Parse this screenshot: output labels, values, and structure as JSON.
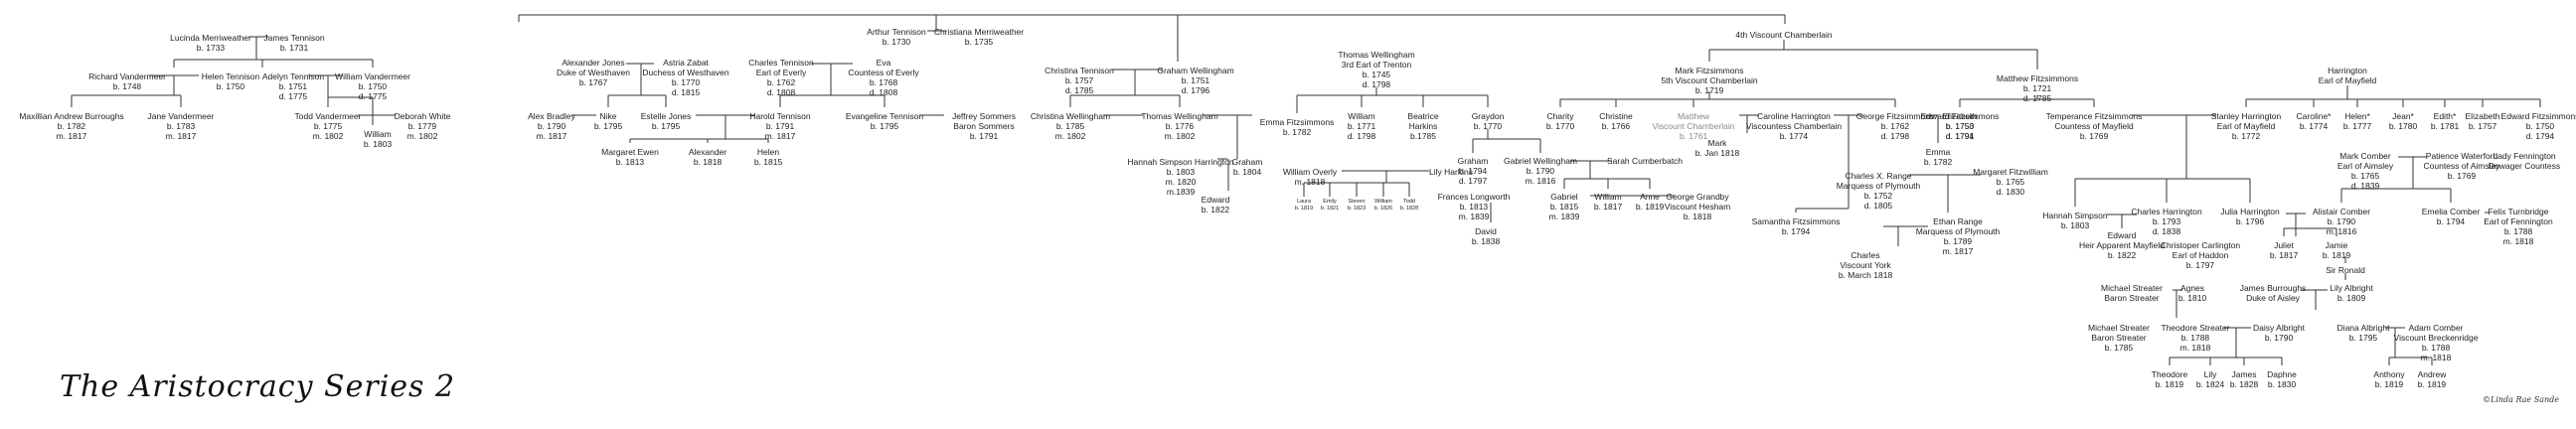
{
  "series_title": "The Aristocracy Series 2",
  "signature": "©Linda Rae Sande",
  "people": [
    {
      "id": "arthur",
      "lines": [
        "Arthur Tennison",
        "b. 1730"
      ]
    },
    {
      "id": "christiana",
      "lines": [
        "Christiana Merriweather",
        "b. 1735"
      ]
    },
    {
      "id": "lucinda",
      "lines": [
        "Lucinda Merriweather",
        "b. 1733"
      ]
    },
    {
      "id": "james_t",
      "lines": [
        "James Tennison",
        "b. 1731"
      ]
    },
    {
      "id": "richard_v",
      "lines": [
        "Richard Vandermeer",
        "b. 1748"
      ]
    },
    {
      "id": "helen_t",
      "lines": [
        "Helen Tennison",
        "b. 1750"
      ]
    },
    {
      "id": "adelyn_t",
      "lines": [
        "Adelyn Tennison",
        "b. 1751",
        "d. 1775"
      ]
    },
    {
      "id": "william_v",
      "lines": [
        "William Vandermeer",
        "b. 1750",
        "d. 1775"
      ]
    },
    {
      "id": "maxillian",
      "lines": [
        "Maxillian Andrew Burroughs",
        "b. 1782",
        "m. 1817"
      ]
    },
    {
      "id": "jane_v",
      "lines": [
        "Jane Vandermeer",
        "b. 1783",
        "m. 1817"
      ]
    },
    {
      "id": "todd_v",
      "lines": [
        "Todd Vandermeer",
        "b. 1775",
        "m. 1802"
      ]
    },
    {
      "id": "deborah_w",
      "lines": [
        "Deborah White",
        "b. 1779",
        "m. 1802"
      ]
    },
    {
      "id": "william_b1803",
      "lines": [
        "William",
        "b. 1803"
      ]
    },
    {
      "id": "alexander_j",
      "lines": [
        "Alexander Jones",
        "Duke of Westhaven",
        "b. 1767"
      ]
    },
    {
      "id": "astria_z",
      "lines": [
        "Astria Zabat",
        "Duchess of Westhaven",
        "b. 1770",
        "d. 1815"
      ]
    },
    {
      "id": "charles_t",
      "lines": [
        "Charles Tennison",
        "Earl of Everly",
        "b. 1762",
        "d. 1808"
      ]
    },
    {
      "id": "eva",
      "lines": [
        "Eva",
        "Countess of Everly",
        "b. 1768",
        "d. 1808"
      ]
    },
    {
      "id": "alex_bradley",
      "lines": [
        "Alex Bradley",
        "b. 1790",
        "m. 1817"
      ]
    },
    {
      "id": "nike",
      "lines": [
        "Nike",
        "b. 1795"
      ]
    },
    {
      "id": "estelle_j",
      "lines": [
        "Estelle Jones",
        "b. 1795"
      ]
    },
    {
      "id": "harold_t",
      "lines": [
        "Harold Tennison",
        "b. 1791",
        "m. 1817"
      ]
    },
    {
      "id": "evangeline_t",
      "lines": [
        "Evangeline Tennison",
        "b. 1795"
      ]
    },
    {
      "id": "jeffrey_s",
      "lines": [
        "Jeffrey Sommers",
        "Baron Sommers",
        "b. 1791"
      ]
    },
    {
      "id": "margaret_ewen",
      "lines": [
        "Margaret Ewen",
        "b. 1813"
      ]
    },
    {
      "id": "alexander_b1818",
      "lines": [
        "Alexander",
        "b. 1818"
      ]
    },
    {
      "id": "helen_b1815",
      "lines": [
        "Helen",
        "b. 1815"
      ]
    },
    {
      "id": "christina_t",
      "lines": [
        "Christina Tennison",
        "b. 1757",
        "d. 1785"
      ]
    },
    {
      "id": "graham_w",
      "lines": [
        "Graham Wellingham",
        "b. 1751",
        "d. 1796"
      ]
    },
    {
      "id": "thomas_w_earl",
      "lines": [
        "Thomas Wellingham",
        "3rd Earl of Trenton",
        "b. 1745",
        "d. 1798"
      ]
    },
    {
      "id": "christina_w",
      "lines": [
        "Christina Wellingham",
        "b. 1785",
        "m. 1802"
      ]
    },
    {
      "id": "thomas_w1776",
      "lines": [
        "Thomas Wellingham",
        "b. 1776",
        "m. 1802"
      ]
    },
    {
      "id": "emma_f",
      "lines": [
        "Emma Fitzsimmons",
        "b. 1782"
      ]
    },
    {
      "id": "hannah_sh",
      "lines": [
        "Hannah Simpson Harrington",
        "b. 1803",
        "m. 1820",
        "m.1839"
      ]
    },
    {
      "id": "graham_b1804",
      "lines": [
        "Graham",
        "b. 1804"
      ]
    },
    {
      "id": "edward_b1822",
      "lines": [
        "Edward",
        "b. 1822"
      ]
    },
    {
      "id": "william_overly",
      "lines": [
        "William Overly",
        "m. 1818"
      ]
    },
    {
      "id": "lily_harkins",
      "lines": [
        "Lily Harkins"
      ]
    },
    {
      "id": "laura",
      "lines": [
        "Laura",
        "b. 1819"
      ],
      "tiny": true
    },
    {
      "id": "emily",
      "lines": [
        "Emily",
        "b. 1821"
      ],
      "tiny": true
    },
    {
      "id": "steven",
      "lines": [
        "Steven",
        "b. 1823"
      ],
      "tiny": true
    },
    {
      "id": "william_1826",
      "lines": [
        "William",
        "b. 1826"
      ],
      "tiny": true
    },
    {
      "id": "todd_1828",
      "lines": [
        "Todd",
        "b. 1828"
      ],
      "tiny": true
    },
    {
      "id": "william_b1771",
      "lines": [
        "William",
        "b. 1771",
        "d. 1798"
      ]
    },
    {
      "id": "beatrice",
      "lines": [
        "Beatrice",
        "Harkins",
        "b.1785"
      ]
    },
    {
      "id": "graydon",
      "lines": [
        "Graydon",
        "b. 1770"
      ]
    },
    {
      "id": "graham_b1794",
      "lines": [
        "Graham",
        "b. 1794",
        "d. 1797"
      ]
    },
    {
      "id": "gabriel_w",
      "lines": [
        "Gabriel Wellingham",
        "b. 1790",
        "m. 1816"
      ]
    },
    {
      "id": "sarah_c",
      "lines": [
        "Sarah Cumberbatch"
      ]
    },
    {
      "id": "frances_l",
      "lines": [
        "Frances Longworth",
        "b. 1813",
        "m. 1839"
      ]
    },
    {
      "id": "gabriel_b1815",
      "lines": [
        "Gabriel",
        "b. 1815",
        "m. 1839"
      ]
    },
    {
      "id": "william_b1817",
      "lines": [
        "William",
        "b. 1817"
      ]
    },
    {
      "id": "anne_b1819",
      "lines": [
        "Anne",
        "b. 1819"
      ]
    },
    {
      "id": "george_grandby",
      "lines": [
        "George Grandby",
        "Viscount Hesham",
        "b. 1818"
      ]
    },
    {
      "id": "david_b1838",
      "lines": [
        "David",
        "b. 1838"
      ]
    },
    {
      "id": "viscount_4th",
      "lines": [
        "4th Viscount Chamberlain"
      ]
    },
    {
      "id": "mark_f",
      "lines": [
        "Mark Fitzsimmons",
        "5th Viscount Chamberlain",
        "b. 1719"
      ]
    },
    {
      "id": "matthew_f",
      "lines": [
        "Matthew Fitzsimmons",
        "b. 1721",
        "d. 1785"
      ]
    },
    {
      "id": "charity",
      "lines": [
        "Charity",
        "b. 1770"
      ]
    },
    {
      "id": "christine",
      "lines": [
        "Christine",
        "b. 1766"
      ]
    },
    {
      "id": "matthew_vc",
      "lines": [
        "Matthew",
        "Viscount Chamberlain",
        "b. 1761"
      ],
      "grey": true
    },
    {
      "id": "mark_b1818",
      "lines": [
        "Mark",
        "b. Jan 1818"
      ]
    },
    {
      "id": "caroline_h",
      "lines": [
        "Caroline Harrington",
        "Viscountess Chamberlain",
        "b. 1774"
      ]
    },
    {
      "id": "george_f",
      "lines": [
        "George Fitzsimmons",
        "b. 1762",
        "d. 1798"
      ]
    },
    {
      "id": "elizabeth",
      "lines": [
        "Elizabeth",
        "b. 1753",
        "d. 1791"
      ]
    },
    {
      "id": "emma_b1782",
      "lines": [
        "Emma",
        "b. 1782"
      ]
    },
    {
      "id": "charles_x_range",
      "lines": [
        "Charles X. Range",
        "Marquess of Plymouth",
        "b. 1752",
        "d. 1805"
      ]
    },
    {
      "id": "margaret_fitzwilliam",
      "lines": [
        "Margaret Fitzwilliam",
        "b. 1765",
        "d. 1830"
      ]
    },
    {
      "id": "samantha_f",
      "lines": [
        "Samantha Fitzsimmons",
        "b. 1794"
      ]
    },
    {
      "id": "ethan_range",
      "lines": [
        "Ethan Range",
        "Marquess of Plymouth",
        "b. 1789",
        "m. 1817"
      ]
    },
    {
      "id": "charles_vy",
      "lines": [
        "Charles",
        "Viscount York",
        "b. March 1818"
      ]
    },
    {
      "id": "edward_f",
      "lines": [
        "Edward Fitzsimmons",
        "b. 1750",
        "d. 1794"
      ]
    },
    {
      "id": "temperance_f",
      "lines": [
        "Temperance Fitzsimmons",
        "Countess of Mayfield",
        "b. 1769"
      ]
    },
    {
      "id": "harrington_em",
      "lines": [
        "Harrington",
        "Earl of Mayfield"
      ]
    },
    {
      "id": "stanley_h",
      "lines": [
        "Stanley Harrington",
        "Earl of Mayfield",
        "b. 1772"
      ]
    },
    {
      "id": "caroline_star",
      "lines": [
        "Caroline*",
        "b. 1774"
      ]
    },
    {
      "id": "helen_star",
      "lines": [
        "Helen*",
        "b. 1777"
      ]
    },
    {
      "id": "jean_star",
      "lines": [
        "Jean*",
        "b. 1780"
      ]
    },
    {
      "id": "edith_star",
      "lines": [
        "Edith*",
        "b. 1781"
      ]
    },
    {
      "id": "elizabeth_1757",
      "lines": [
        "Elizabeth",
        "b. 1757"
      ]
    },
    {
      "id": "edward_f1750",
      "lines": [
        "Edward Fitzsimmons",
        "b. 1750",
        "d. 1794"
      ]
    },
    {
      "id": "mark_comber",
      "lines": [
        "Mark Comber",
        "Earl of Aimsley",
        "b. 1765",
        "d. 1839"
      ]
    },
    {
      "id": "patience_w",
      "lines": [
        "Patience Waterford",
        "Countess of Aimsley",
        "b. 1769"
      ]
    },
    {
      "id": "lady_fennington",
      "lines": [
        "Lady Fennington",
        "Dowager Countess"
      ]
    },
    {
      "id": "hannah_s",
      "lines": [
        "Hannah Simpson",
        "b. 1803"
      ]
    },
    {
      "id": "charles_h",
      "lines": [
        "Charles Harrington",
        "b. 1793",
        "d. 1838"
      ]
    },
    {
      "id": "julia_h",
      "lines": [
        "Julia Harrington",
        "b. 1796"
      ]
    },
    {
      "id": "alistair_c",
      "lines": [
        "Alistair Comber",
        "b. 1790",
        "m. 1816"
      ]
    },
    {
      "id": "emelia_c",
      "lines": [
        "Emelia Comber",
        "b. 1794"
      ]
    },
    {
      "id": "felix_t",
      "lines": [
        "Felix Turnbridge",
        "Earl of Fennington",
        "b. 1788",
        "m. 1818"
      ]
    },
    {
      "id": "edward_heir",
      "lines": [
        "Edward",
        "Heir Apparent Mayfield",
        "b. 1822"
      ]
    },
    {
      "id": "christoper_c",
      "lines": [
        "Christoper Carlington",
        "Earl of Haddon",
        "b. 1797"
      ]
    },
    {
      "id": "juliet",
      "lines": [
        "Juliet",
        "b. 1817"
      ]
    },
    {
      "id": "jamie",
      "lines": [
        "Jamie",
        "b. 1819"
      ]
    },
    {
      "id": "sir_ronald",
      "lines": [
        "Sir Ronald"
      ]
    },
    {
      "id": "michael_s_sr",
      "lines": [
        "Michael Streater",
        "Baron Streater"
      ]
    },
    {
      "id": "agnes",
      "lines": [
        "Agnes",
        "b. 1810"
      ]
    },
    {
      "id": "james_burroughs",
      "lines": [
        "James Burroughs",
        "Duke of Aisley"
      ]
    },
    {
      "id": "lily_albright",
      "lines": [
        "Lily Albright",
        "b. 1809"
      ]
    },
    {
      "id": "michael_s_jr",
      "lines": [
        "Michael Streater",
        "Baron Streater",
        "b. 1785"
      ]
    },
    {
      "id": "theodore_s",
      "lines": [
        "Theodore Streater",
        "b. 1788",
        "m. 1818"
      ]
    },
    {
      "id": "daisy_a",
      "lines": [
        "Daisy Albright",
        "b. 1790"
      ]
    },
    {
      "id": "diana_a",
      "lines": [
        "Diana Albright",
        "b. 1795"
      ]
    },
    {
      "id": "adam_c",
      "lines": [
        "Adam Comber",
        "Viscount Breckenridge",
        "b. 1788",
        "m. 1818"
      ]
    },
    {
      "id": "theodore_b1819",
      "lines": [
        "Theodore",
        "b. 1819"
      ]
    },
    {
      "id": "lily_b1824",
      "lines": [
        "Lily",
        "b. 1824"
      ]
    },
    {
      "id": "james_b1828",
      "lines": [
        "James",
        "b. 1828"
      ]
    },
    {
      "id": "daphne_b1830",
      "lines": [
        "Daphne",
        "b. 1830"
      ]
    },
    {
      "id": "anthony_b1819",
      "lines": [
        "Anthony",
        "b. 1819"
      ]
    },
    {
      "id": "andrew_b1819",
      "lines": [
        "Andrew",
        "b. 1819"
      ]
    }
  ]
}
